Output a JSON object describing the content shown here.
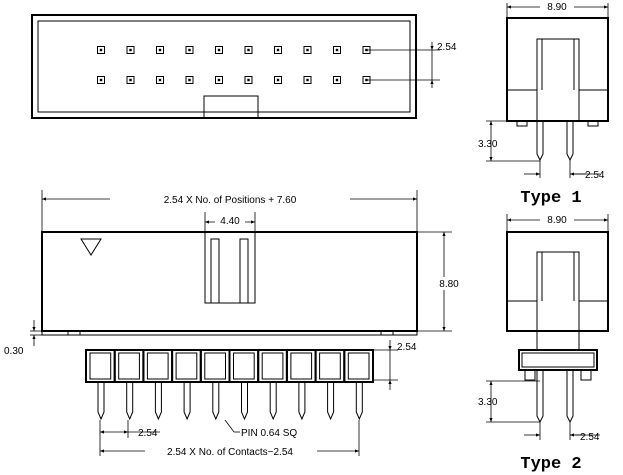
{
  "dimensions": {
    "pitch_top": "2.54",
    "side_width_type1": "8.90",
    "tail_type1": "3.30",
    "pitch_side_type1": "2.54",
    "overall_length": "2.54  X  No.  of  Positions  +  7.60",
    "key_width": "4.40",
    "body_height": "8.80",
    "standoff": "0.30",
    "row_pitch_front": "2.54",
    "pitch_bottom": "2.54",
    "pin_size": "PIN  0.64  SQ",
    "pin_span": "2.54  X  No.  of  Contacts−2.54",
    "side_width_type2": "8.90",
    "tail_type2": "3.30",
    "pitch_side_type2": "2.54"
  },
  "labels": {
    "type1": "Type  1",
    "type2": "Type  2"
  }
}
